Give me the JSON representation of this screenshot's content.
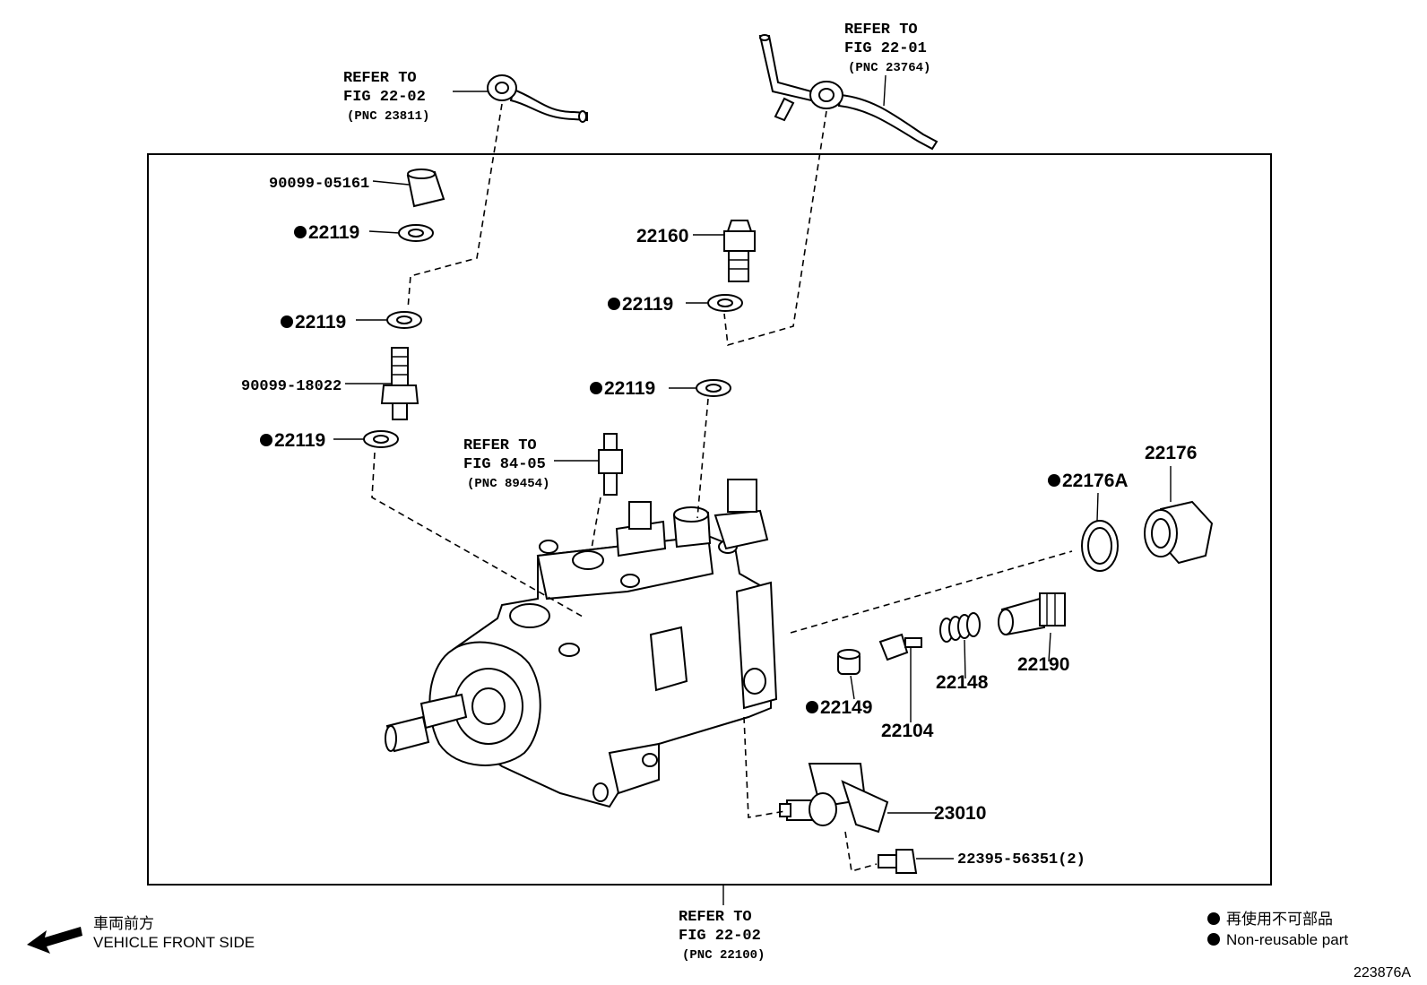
{
  "refs": {
    "r1": {
      "line1": "REFER TO",
      "line2": "FIG 22-02",
      "line3": "(PNC 23811)"
    },
    "r2": {
      "line1": "REFER TO",
      "line2": "FIG 22-01",
      "line3": "(PNC 23764)"
    },
    "r3": {
      "line1": "REFER TO",
      "line2": "FIG 84-05",
      "line3": "(PNC 89454)"
    },
    "r4": {
      "line1": "REFER TO",
      "line2": "FIG 22-02",
      "line3": "(PNC 22100)"
    }
  },
  "parts": {
    "p90099_05161": "90099-05161",
    "p22119_a": "22119",
    "p22119_b": "22119",
    "p90099_18022": "90099-18022",
    "p22119_c": "22119",
    "p22160": "22160",
    "p22119_d": "22119",
    "p22119_e": "22119",
    "p22176": "22176",
    "p22176A": "22176A",
    "p22148": "22148",
    "p22190": "22190",
    "p22149": "22149",
    "p22104": "22104",
    "p23010": "23010",
    "p22395": "22395-56351(2)"
  },
  "legend": {
    "front_jp": "車両前方",
    "front_en": "VEHICLE FRONT SIDE",
    "nonreuse_jp": "再使用不可部品",
    "nonreuse_en": "Non-reusable part",
    "bullet": "●"
  },
  "figure_code": "223876A",
  "colors": {
    "ink": "#000000",
    "paper": "#ffffff"
  }
}
